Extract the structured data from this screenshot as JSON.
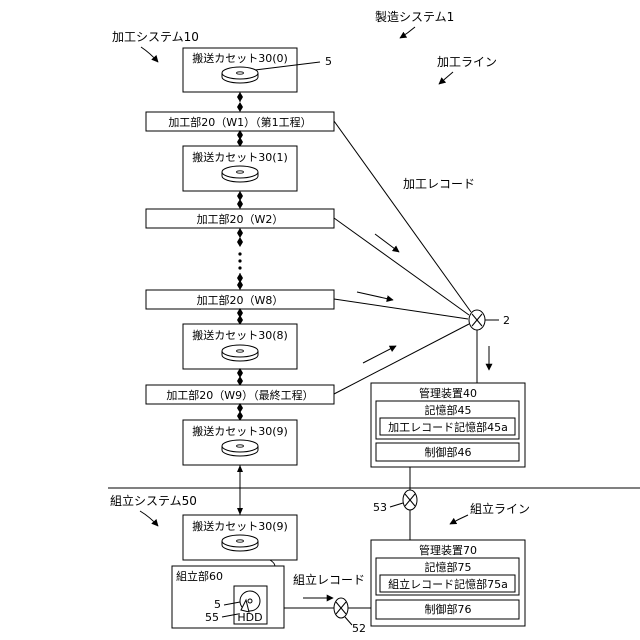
{
  "system": {
    "manufacturing": "製造システム1"
  },
  "processing": {
    "label": "加工システム10",
    "line_label": "加工ライン",
    "record_label": "加工レコード",
    "cassettes": [
      "搬送カセット30(0)",
      "搬送カセット30(1)",
      "搬送カセット30(8)",
      "搬送カセット30(9)"
    ],
    "units": [
      "加工部20（W1）（第1工程）",
      "加工部20（W2）",
      "加工部20（W8）",
      "加工部20（W9）（最終工程）"
    ],
    "disk_ref": "5"
  },
  "hub_top": {
    "ref": "2"
  },
  "mgmt40": {
    "title": "管理装置40",
    "storage": "記憶部45",
    "record_store": "加工レコード記憶部45a",
    "control": "制御部46"
  },
  "assembly": {
    "label": "組立システム50",
    "line_label": "組立ライン",
    "record_label": "組立レコード",
    "cassette": "搬送カセット30(9)",
    "unit": "組立部60",
    "hdd": "HDD",
    "disk_ref": "5",
    "hdd_ref": "55"
  },
  "hub_mid": {
    "ref": "53"
  },
  "hub_bottom": {
    "ref": "52"
  },
  "mgmt70": {
    "title": "管理装置70",
    "storage": "記憶部75",
    "record_store": "組立レコード記憶部75a",
    "control": "制御部76"
  }
}
